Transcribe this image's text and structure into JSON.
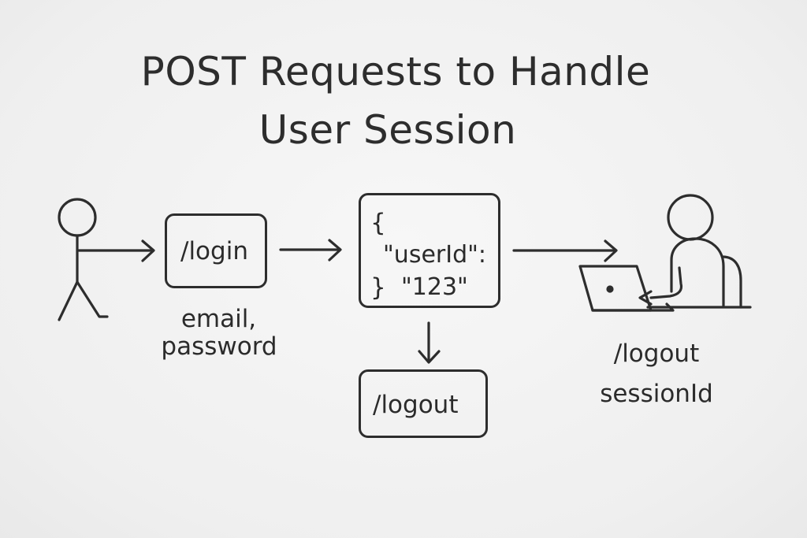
{
  "title": {
    "line1": "POST Requests to Handle",
    "line2": "User Session"
  },
  "nodes": {
    "login": {
      "label": "/login",
      "caption_line1": "email,",
      "caption_line2": "password"
    },
    "json": {
      "brace_open": "{",
      "brace_close": "}",
      "key": "\"userId\":",
      "value": "\"123\""
    },
    "logout_box": {
      "label": "/logout"
    },
    "user_right": {
      "caption_line1": "/logout",
      "caption_line2": "sessionId"
    }
  },
  "colors": {
    "ink": "#2d2d2d",
    "background": "#f2f2f2"
  }
}
